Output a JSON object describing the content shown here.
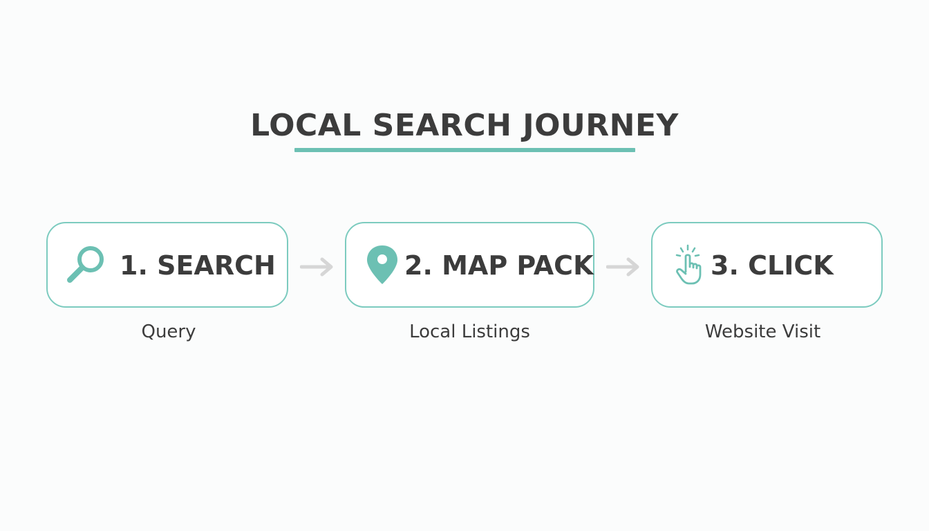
{
  "title": "LOCAL SEARCH JOURNEY",
  "colors": {
    "accent": "#6cc0b3",
    "border": "#7ccbbf",
    "text": "#3c3c3c",
    "arrow": "#d6d6d6",
    "background": "#fbfcfc"
  },
  "steps": [
    {
      "label": "1. SEARCH",
      "caption": "Query",
      "icon": "magnifying-glass-icon"
    },
    {
      "label": "2. MAP PACK",
      "caption": "Local Listings",
      "icon": "map-pin-icon"
    },
    {
      "label": "3. CLICK",
      "caption": "Website Visit",
      "icon": "pointer-click-icon"
    }
  ],
  "connectors": [
    "arrow-right-icon",
    "arrow-right-icon"
  ]
}
